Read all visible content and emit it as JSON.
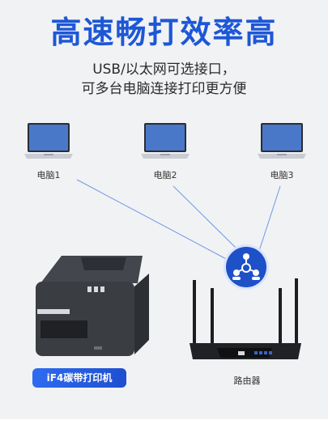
{
  "headline": "高速畅打效率高",
  "subtitle_line1": "USB/以太网可选接口，",
  "subtitle_line2": "可多台电脑连接打印更方便",
  "computers": [
    {
      "label": "电脑1"
    },
    {
      "label": "电脑2"
    },
    {
      "label": "电脑3"
    }
  ],
  "printer_badge": "iF4碳带打印机",
  "router_label": "路由器",
  "colors": {
    "accent": "#1d57d6",
    "line": "#6f98e6",
    "hub": "#1e50c8"
  },
  "icons": {
    "hub": "share-network-icon",
    "computer": "laptop-icon",
    "printer": "label-printer-icon",
    "router": "wifi-router-icon"
  }
}
